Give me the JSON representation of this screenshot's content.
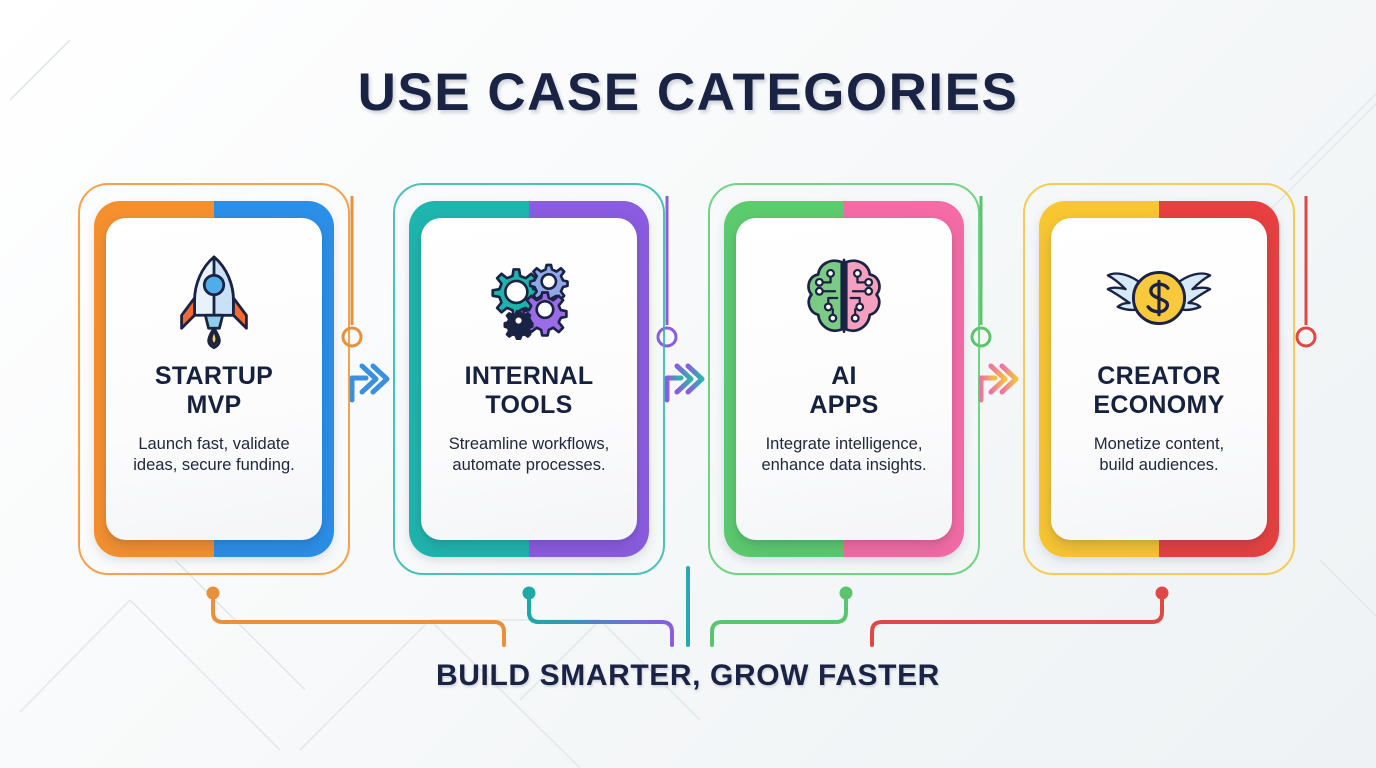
{
  "header": {
    "title": "USE CASE CATEGORIES"
  },
  "footer": {
    "tagline": "BUILD SMARTER, GROW FASTER"
  },
  "cards": [
    {
      "id": "startup-mvp",
      "title_line1": "STARTUP",
      "title_line2": "MVP",
      "desc_line1": "Launch fast, validate",
      "desc_line2": "ideas, secure funding.",
      "icon": "rocket-icon",
      "color_left": "#F5902F",
      "color_right": "#2B8FE8",
      "outline_color": "#F5902F",
      "node_color": "#F5902F",
      "connector_color": "#E8903A"
    },
    {
      "id": "internal-tools",
      "title_line1": "INTERNAL",
      "title_line2": "TOOLS",
      "desc_line1": "Streamline workflows,",
      "desc_line2": "automate processes.",
      "icon": "gears-icon",
      "color_left": "#1FB5AE",
      "color_right": "#8A5CE0",
      "outline_color": "#2BB7B0",
      "node_color": "#8A5CE0",
      "connector_color": "#1FA9A6"
    },
    {
      "id": "ai-apps",
      "title_line1": "AI",
      "title_line2": "APPS",
      "desc_line1": "Integrate intelligence,",
      "desc_line2": "enhance data insights.",
      "icon": "brain-circuit-icon",
      "color_left": "#5CCB6E",
      "color_right": "#F46BA5",
      "outline_color": "#5CCB6E",
      "node_color": "#5CCB6E",
      "connector_color": "#5CC46E"
    },
    {
      "id": "creator-economy",
      "title_line1": "CREATOR",
      "title_line2": "ECONOMY",
      "desc_line1": "Monetize content,",
      "desc_line2": "build audiences.",
      "icon": "winged-coin-icon",
      "color_left": "#F7C631",
      "color_right": "#E84040",
      "outline_color": "#F5C53A",
      "node_color": "#E44A46",
      "connector_color": "#E04846"
    }
  ],
  "arrows": [
    {
      "id": "arrow-1",
      "from": "#3A8FE0",
      "to": "#3A8FE0"
    },
    {
      "id": "arrow-2",
      "from": "#8A5CE0",
      "to": "#2BB7A8"
    },
    {
      "id": "arrow-3",
      "from": "#F070A8",
      "to": "#F2C23C"
    }
  ],
  "theme": {
    "text_dark": "#1b2344",
    "background": "#f3f6f7"
  }
}
